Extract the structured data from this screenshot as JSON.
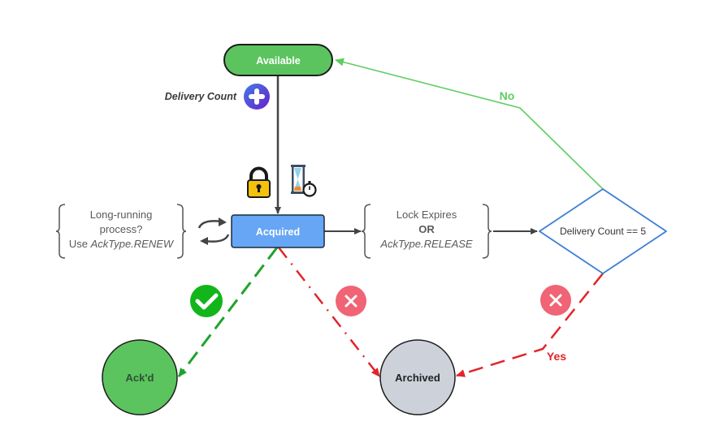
{
  "diagram": {
    "nodes": {
      "available": {
        "label": "Available",
        "fill": "#5bc45f",
        "text_color": "#ffffff"
      },
      "acquired": {
        "label": "Acquired",
        "fill": "#66a6f5",
        "text_color": "#ffffff"
      },
      "decision": {
        "label": "Delivery Count == 5",
        "stroke": "#3c7fd6"
      },
      "ackd": {
        "label": "Ack'd",
        "fill": "#5bc45f",
        "text_color": "#2f4f35"
      },
      "archived": {
        "label": "Archived",
        "fill": "#cdd1d9",
        "text_color": "#222222"
      }
    },
    "annotations": {
      "delivery_count": "Delivery Count",
      "renew_note": {
        "line1": "Long-running",
        "line2": "process?",
        "line3_prefix": "Use ",
        "line3_italic": "AckType.RENEW"
      },
      "release_note": {
        "line1": "Lock Expires",
        "line2": "OR",
        "line3": "AckType.RELEASE"
      }
    },
    "edge_labels": {
      "no": "No",
      "yes": "Yes"
    },
    "icons": {
      "plus": "plus-circle-icon",
      "lock": "padlock-icon",
      "timer": "hourglass-stopwatch-icon",
      "renew": "refresh-cycle-icon",
      "success": "check-circle-icon",
      "failure": "x-circle-icon"
    },
    "colors": {
      "success_green": "#1fa32a",
      "failure_red": "#e0252b",
      "no_green": "#5fcd61",
      "arrow_gray": "#444444",
      "x_badge": "#f06475",
      "check_badge": "#12b51a"
    }
  }
}
